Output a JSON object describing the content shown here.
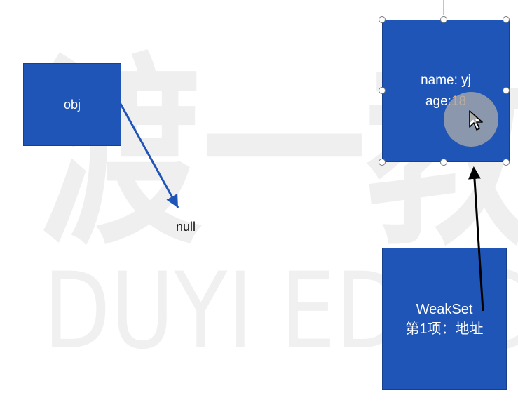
{
  "watermark": {
    "line1": "渡一教",
    "line2": "DUYI EDUC"
  },
  "nodes": {
    "obj": {
      "label": "obj"
    },
    "null_target": {
      "label": "null"
    },
    "object": {
      "line1": "name: yj",
      "line2_prefix": "age:",
      "line2_value": "18"
    },
    "weakset": {
      "line1": "WeakSet",
      "line2": "第1项：地址"
    }
  },
  "colors": {
    "box_fill": "#1f55b7",
    "arrow_obj_to_null": "#1f55b7",
    "arrow_weakset_to_object": "#000000",
    "age_value": "#f0b178"
  }
}
